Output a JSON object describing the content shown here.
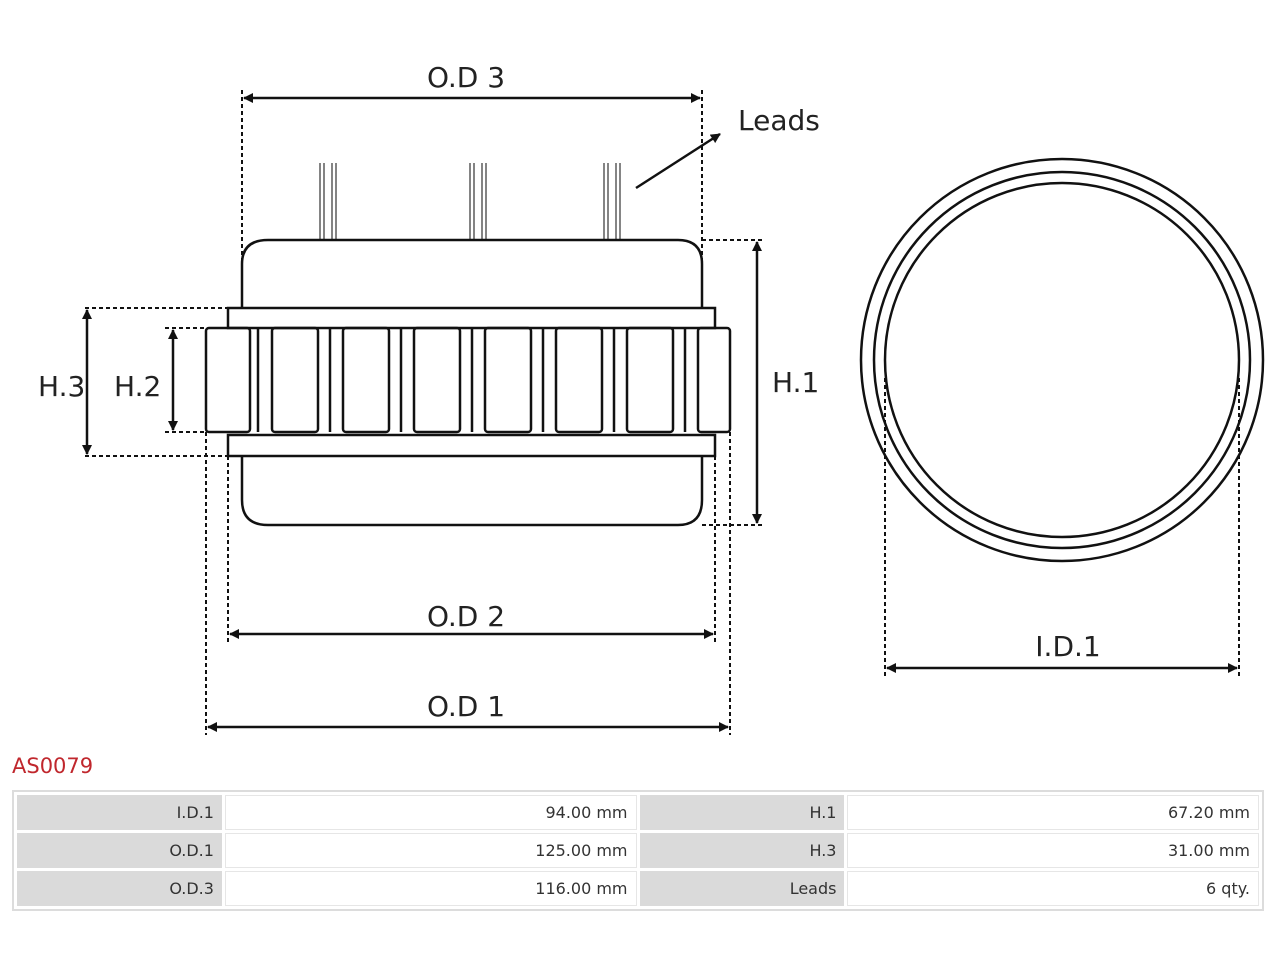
{
  "diagram": {
    "labels": {
      "od3": "O.D 3",
      "leads": "Leads",
      "h3": "H.3",
      "h2": "H.2",
      "h1": "H.1",
      "od2": "O.D 2",
      "od1": "O.D 1",
      "id1": "I.D.1"
    }
  },
  "part_code": "AS0079",
  "specs": [
    {
      "label_a": "I.D.1",
      "value_a": "94.00 mm",
      "label_b": "H.1",
      "value_b": "67.20 mm"
    },
    {
      "label_a": "O.D.1",
      "value_a": "125.00 mm",
      "label_b": "H.3",
      "value_b": "31.00 mm"
    },
    {
      "label_a": "O.D.3",
      "value_a": "116.00 mm",
      "label_b": "Leads",
      "value_b": "6 qty."
    }
  ],
  "colors": {
    "accent": "#c0272d",
    "label_cell": "#dadada"
  }
}
